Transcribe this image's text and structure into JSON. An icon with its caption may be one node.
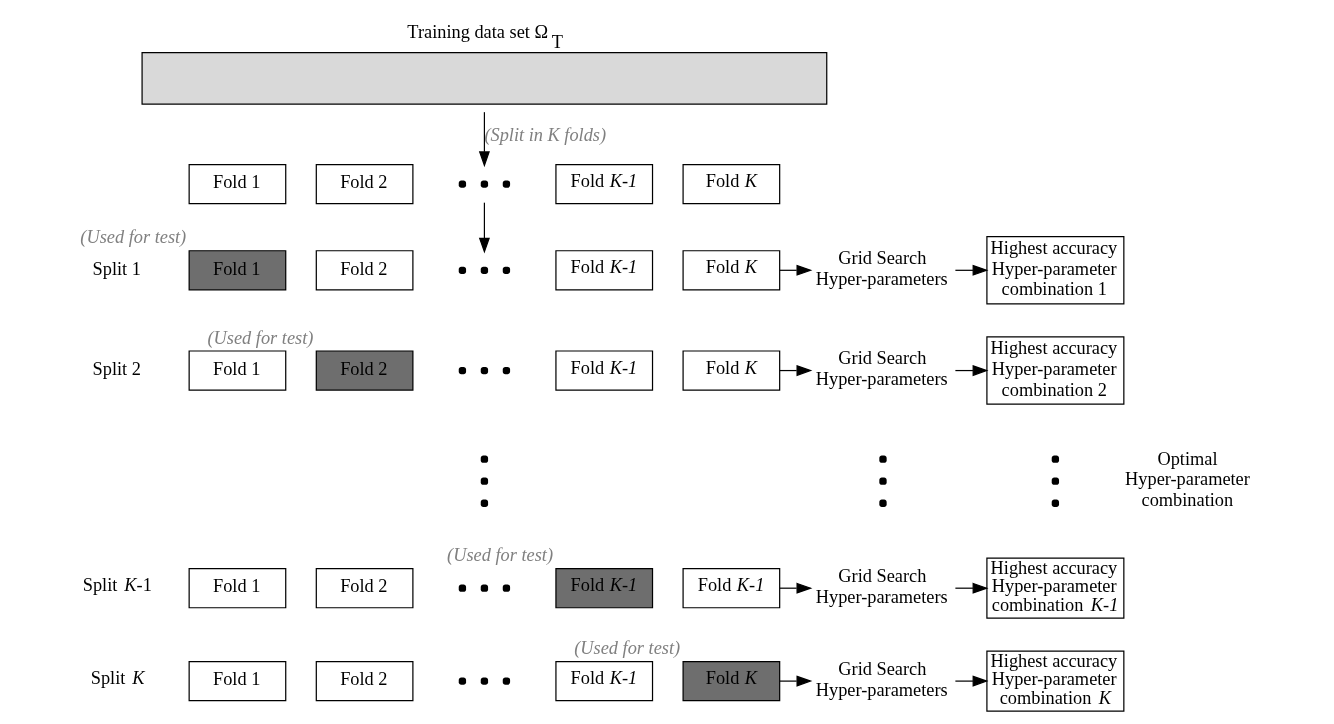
{
  "diagram": {
    "nodes": [
      {
        "text": [
          "Training data set Ω$_{T}$"
        ]
      },
      {
        "text": [
          "Fold 1"
        ]
      },
      {
        "text": [
          "Fold 2"
        ]
      },
      {
        "text": [],
        "shape": "dots"
      },
      {
        "text": [
          "Fold *K-1*"
        ]
      },
      {
        "text": [
          "Fold *K*"
        ]
      },
      {
        "text": [
          "Fold 1"
        ],
        "beside": [
          "(Used for test)"
        ]
      },
      {
        "text": [
          "Fold 2"
        ]
      },
      {
        "text": [],
        "shape": "dots"
      },
      {
        "text": [
          "Fold *K-1*"
        ]
      },
      {
        "text": [
          "Fold *K*"
        ]
      },
      {
        "text": [
          "Grid Search Hyper-parameters"
        ]
      },
      {
        "text": [
          "Highest accuracy Hyper-parameter combination 1"
        ]
      },
      {
        "text": [
          "Fold 1"
        ]
      },
      {
        "text": [
          "Fold 2"
        ],
        "beside": [
          "(Used for test)"
        ]
      },
      {
        "text": [],
        "shape": "dots"
      },
      {
        "text": [
          "Fold *K-1*"
        ]
      },
      {
        "text": [
          "Fold *K*"
        ]
      },
      {
        "text": [
          "Grid Search Hyper-parameters"
        ]
      },
      {
        "text": [
          "Highest accuracy Hyper-parameter combination 2"
        ]
      },
      {
        "text": [
          "Fold 1"
        ]
      },
      {
        "text": [
          "Fold 2"
        ]
      },
      {
        "text": [],
        "shape": "dots"
      },
      {
        "text": [
          "Fold *K-1*"
        ],
        "beside": [
          "(Used for test)"
        ]
      },
      {
        "text": [
          "Fold *K-1*"
        ]
      },
      {
        "text": [
          "Grid Search Hyper-parameters"
        ]
      },
      {
        "text": [
          "Highest accuracy Hyper-parameter combination *K-1*"
        ]
      },
      {
        "text": [
          "Fold 1"
        ]
      },
      {
        "text": [
          "Fold 2"
        ]
      },
      {
        "text": [],
        "shape": "dots"
      },
      {
        "text": [
          "Fold *K-1*"
        ]
      },
      {
        "text": [
          "Fold *K*"
        ],
        "beside": [
          "(Used for test)"
        ]
      },
      {
        "text": [
          "Grid Search Hyper-parameters"
        ]
      },
      {
        "text": [
          "Highest accuracy Hyper-parameter combination *K*"
        ]
      }
    ],
    "edges": [
      {
        "from": 0,
        "to": 3,
        "arrow": "to",
        "label": "(Split in K folds)"
      },
      {
        "from": 3,
        "to": 8,
        "arrow": "to"
      },
      {
        "from": 10,
        "to": 11,
        "arrow": "to"
      },
      {
        "from": 11,
        "to": 12,
        "arrow": "to"
      },
      {
        "from": 17,
        "to": 18,
        "arrow": "to"
      },
      {
        "from": 18,
        "to": 19,
        "arrow": "to"
      },
      {
        "from": 24,
        "to": 25,
        "arrow": "to"
      },
      {
        "from": 25,
        "to": 26,
        "arrow": "to"
      },
      {
        "from": 31,
        "to": 32,
        "arrow": "to"
      },
      {
        "from": 32,
        "to": 33,
        "arrow": "to"
      }
    ],
    "labels": [
      "Split 1",
      "Split 2",
      "Split *K*-1",
      "Split *K*",
      "Optimal Hyper-parameter combination"
    ]
  }
}
